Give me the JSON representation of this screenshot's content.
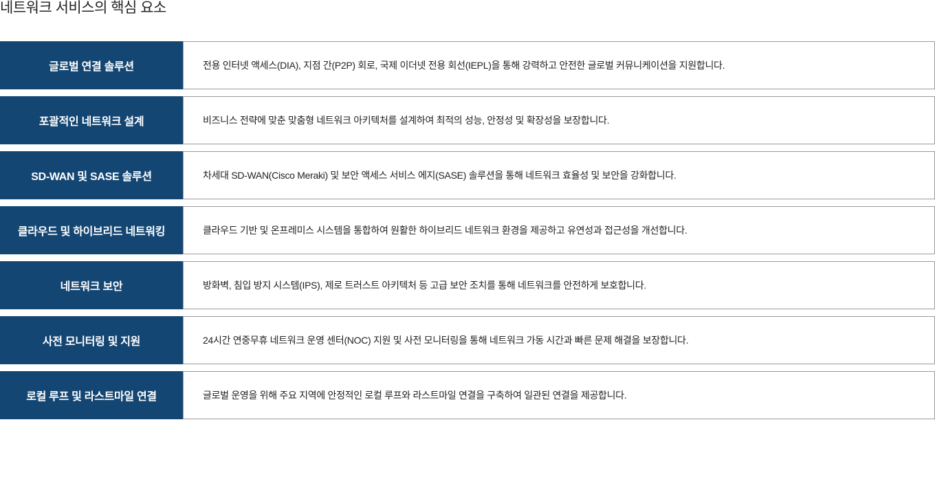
{
  "title": "네트워크 서비스의 핵심 요소",
  "items": [
    {
      "label": "글로벌 연결 솔루션",
      "desc": "전용 인터넷 액세스(DIA), 지점 간(P2P) 회로, 국제 이더넷 전용 회선(IEPL)을 통해 강력하고 안전한 글로벌 커뮤니케이션을 지원합니다."
    },
    {
      "label": "포괄적인 네트워크 설계",
      "desc": "비즈니스 전략에 맞춘 맞춤형 네트워크 아키텍처를 설계하여 최적의 성능, 안정성 및 확장성을 보장합니다."
    },
    {
      "label": "SD-WAN 및 SASE 솔루션",
      "desc": "차세대 SD-WAN(Cisco Meraki) 및 보안 액세스 서비스 에지(SASE) 솔루션을 통해 네트워크 효율성 및 보안을 강화합니다."
    },
    {
      "label": "클라우드 및 하이브리드 네트워킹",
      "desc": "클라우드 기반 및 온프레미스 시스템을 통합하여 원활한 하이브리드 네트워크 환경을 제공하고 유연성과 접근성을 개선합니다."
    },
    {
      "label": "네트워크 보안",
      "desc": "방화벽, 침입 방지 시스템(IPS), 제로 트러스트 아키텍처 등 고급 보안 조치를 통해 네트워크를 안전하게 보호합니다."
    },
    {
      "label": "사전 모니터링 및 지원",
      "desc": "24시간 연중무휴 네트워크 운영 센터(NOC) 지원 및 사전 모니터링을 통해 네트워크 가동 시간과 빠른 문제 해결을 보장합니다."
    },
    {
      "label": "로컬 루프 및 라스트마일 연결",
      "desc": "글로벌 운영을 위해 주요 지역에 안정적인 로컬 루프와 라스트마일 연결을 구축하여 일관된 연결을 제공합니다."
    }
  ]
}
